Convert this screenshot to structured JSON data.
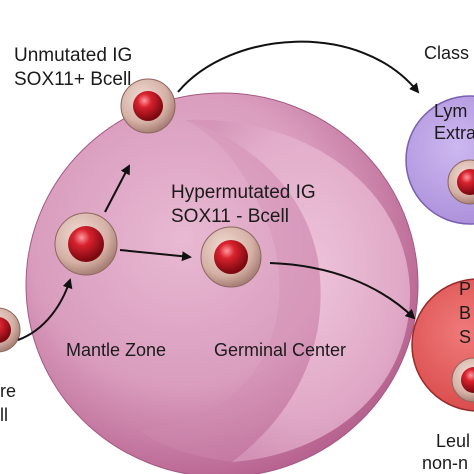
{
  "labels": {
    "unmutated_line1": "Unmutated IG",
    "unmutated_line2": "SOX11+ Bcell",
    "hypermutated_line1": "Hypermutated IG",
    "hypermutated_line2": "SOX11 - Bcell",
    "mantle_zone": "Mantle Zone",
    "germinal_center": "Germinal Center",
    "top_right_header": "Class",
    "top_right_line1": "Lym",
    "top_right_line2": "Extra",
    "mid_right_line1": "P",
    "mid_right_line2": "B",
    "mid_right_line3": "S",
    "bottom_left_line1": "re",
    "bottom_left_line2": "ll",
    "bottom_right_line1": "Leul",
    "bottom_right_line2": "non-n"
  },
  "colors": {
    "follicle_pink": "#dba2c3",
    "follicle_dark": "#b86a95",
    "germinal_center": "#e9b7d1",
    "cell_outer": "#d5b0a5",
    "cell_nucleus": "#c1121f",
    "lymph_purple": "#b79fe0",
    "red_box": "#e05a5a",
    "arrow": "#111111"
  }
}
